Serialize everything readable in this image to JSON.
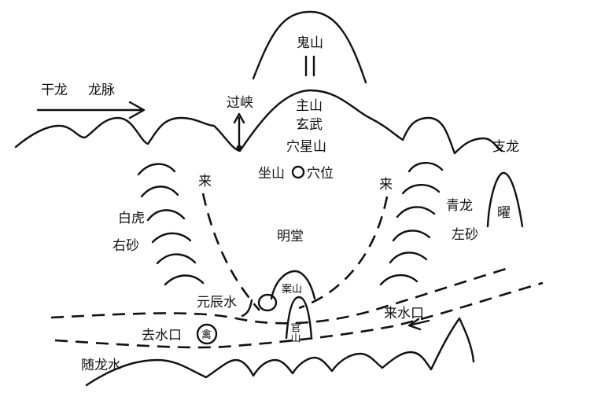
{
  "labels": {
    "gan_long": "干龙",
    "long_mai": "龙脉",
    "gui_shan": "鬼山",
    "guo_xia": "过峡",
    "zhu_shan": "主山",
    "xuan_wu": "玄武",
    "xue_xing_shan": "穴星山",
    "zuo_shan": "坐山",
    "xue_wei": "穴位",
    "zhi_long": "支龙",
    "lai_left": "来",
    "lai_right": "来",
    "bai_hu": "白虎",
    "you_sha": "右砂",
    "qing_long": "青龙",
    "zuo_sha": "左砂",
    "yao": "曜",
    "ming_tang": "明堂",
    "an_shan": "案山",
    "guan_shan": "官山",
    "yuan_chen_shui": "元辰水",
    "lai_shui_kou": "来水口",
    "qu_shui_kou": "去水口",
    "qin": "禽",
    "sui_long_shui": "随龙水"
  }
}
